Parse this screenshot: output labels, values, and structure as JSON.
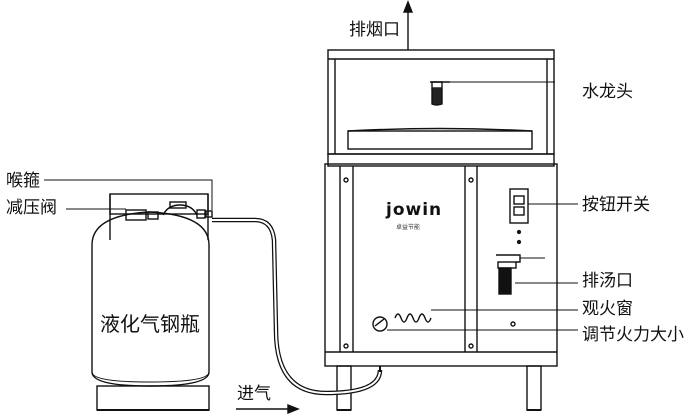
{
  "labels": {
    "exhaust": "排烟口",
    "faucet": "水龙头",
    "switch": "按钮开关",
    "drain": "排汤口",
    "window": "观火窗",
    "fire_adjust": "调节火力大小",
    "throat_hoop": "喉箍",
    "pressure_valve": "减压阀",
    "gas_inlet": "进气"
  },
  "bottle": {
    "label": "液化气钢瓶"
  },
  "brand": {
    "name": "jowin",
    "sub": "卓益节能"
  }
}
